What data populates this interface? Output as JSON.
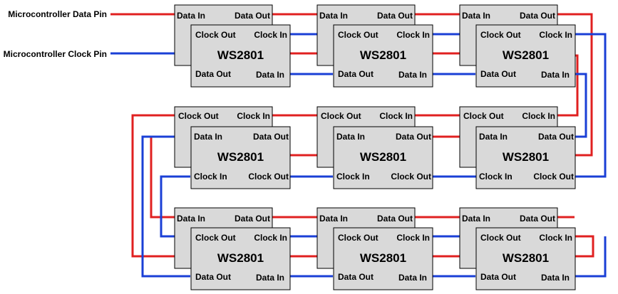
{
  "labels": {
    "data_source": "Microcontroller Data Pin",
    "clock_source": "Microcontroller Clock Pin"
  },
  "chip": {
    "name": "WS2801",
    "data_in": "Data In",
    "data_out": "Data Out",
    "clock_in": "Clock In",
    "clock_out": "Clock Out"
  },
  "colors": {
    "data_wire": "#e02020",
    "clock_wire": "#1a3fd6",
    "chip_fill": "#d9d9d9",
    "background": "#ffffff"
  }
}
